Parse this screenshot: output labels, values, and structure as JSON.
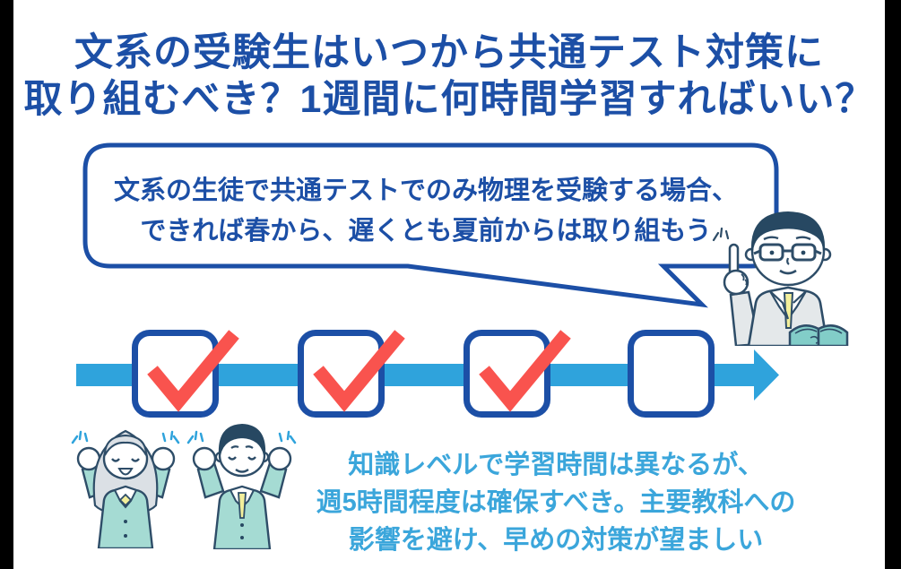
{
  "colors": {
    "edge-bar": "#000000",
    "title-blue": "#1c4fa6",
    "navy": "#1c4fa6",
    "line-navy": "#2e4d68",
    "arrow-blue": "#2fa3dc",
    "note-blue": "#3ba6db",
    "check-red": "#f9534e",
    "mint": "#a5dbd3",
    "suit-gray": "#e4e8ea",
    "tie-yellow": "#f3ef9b",
    "book-teal": "#82cdc8",
    "hair-navy": "#274862",
    "hair-gray": "#dbe0e5"
  },
  "title": {
    "line1": "文系の受験生はいつから共通テスト対策に",
    "line2": "取り組むべき？1週間に何時間学習すればいい？"
  },
  "speech_bubble": {
    "line1": "文系の生徒で共通テストでのみ物理を受験する場合、",
    "line2": "できれば春から、遅くとも夏前からは取り組もう",
    "speaker_icon": "teacher-pointing-finger-holding-book"
  },
  "timeline": {
    "arrow_icon": "right-arrow",
    "checkboxes": [
      {
        "state": "checked"
      },
      {
        "state": "checked"
      },
      {
        "state": "checked"
      },
      {
        "state": "unchecked"
      }
    ]
  },
  "students_icon": "two-students-cheering-fists-raised",
  "bottom_note": {
    "line1": "知識レベルで学習時間は異なるが、",
    "line2": "週5時間程度は確保すべき。主要教科への",
    "line3": "影響を避け、早めの対策が望ましい"
  }
}
